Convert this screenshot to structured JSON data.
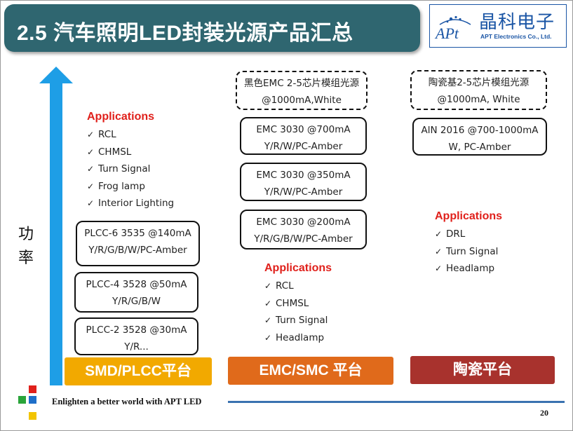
{
  "header": {
    "title": "2.5 汽车照明LED封装光源产品汇总",
    "logo_cn": "晶科电子",
    "logo_en": "APT Electronics Co., Ltd.",
    "logo_mark": "APt"
  },
  "axis": {
    "label_line1": "功",
    "label_line2": "率"
  },
  "smd": {
    "applications_title": "Applications",
    "applications": [
      "RCL",
      "CHMSL",
      "Turn Signal",
      "Frog lamp",
      "Interior Lighting"
    ],
    "products": [
      {
        "line1": "PLCC-6 3535 @140mA",
        "line2": "Y/R/G/B/W/PC-Amber"
      },
      {
        "line1": "PLCC-4 3528 @50mA",
        "line2": "Y/R/G/B/W"
      },
      {
        "line1": "PLCC-2 3528 @30mA",
        "line2": "Y/R..."
      }
    ],
    "platform_label": "SMD/PLCC平台"
  },
  "emc": {
    "products": [
      {
        "line1": "黑色EMC 2-5芯片模组光源",
        "line2": "@1000mA,White"
      },
      {
        "line1": "EMC 3030 @700mA",
        "line2": "Y/R/W/PC-Amber"
      },
      {
        "line1": "EMC 3030 @350mA",
        "line2": "Y/R/W/PC-Amber"
      },
      {
        "line1": "EMC 3030 @200mA",
        "line2": "Y/R/G/B/W/PC-Amber"
      }
    ],
    "applications_title": "Applications",
    "applications": [
      "RCL",
      "CHMSL",
      "Turn Signal",
      "Headlamp"
    ],
    "platform_label": "EMC/SMC 平台"
  },
  "ceramic": {
    "products": [
      {
        "line1": "陶瓷基2-5芯片模组光源",
        "line2": "@1000mA, White"
      },
      {
        "line1": "AlN 2016 @700-1000mA",
        "line2": "W, PC-Amber"
      }
    ],
    "applications_title": "Applications",
    "applications": [
      "DRL",
      "Turn Signal",
      "Headlamp"
    ],
    "platform_label": "陶瓷平台"
  },
  "footer": {
    "slogan": "Enlighten a better world with APT LED",
    "page_number": "20"
  },
  "colors": {
    "title_bar": "#2f6670",
    "arrow": "#1e9ee6",
    "smd_platform": "#f2a900",
    "emc_platform": "#e06a1b",
    "ceramic_platform": "#a8322d",
    "applications_title": "#e0201b",
    "footer_line": "#3a72b0"
  },
  "icons": {
    "check": "check-icon",
    "arrow": "up-arrow-icon"
  }
}
